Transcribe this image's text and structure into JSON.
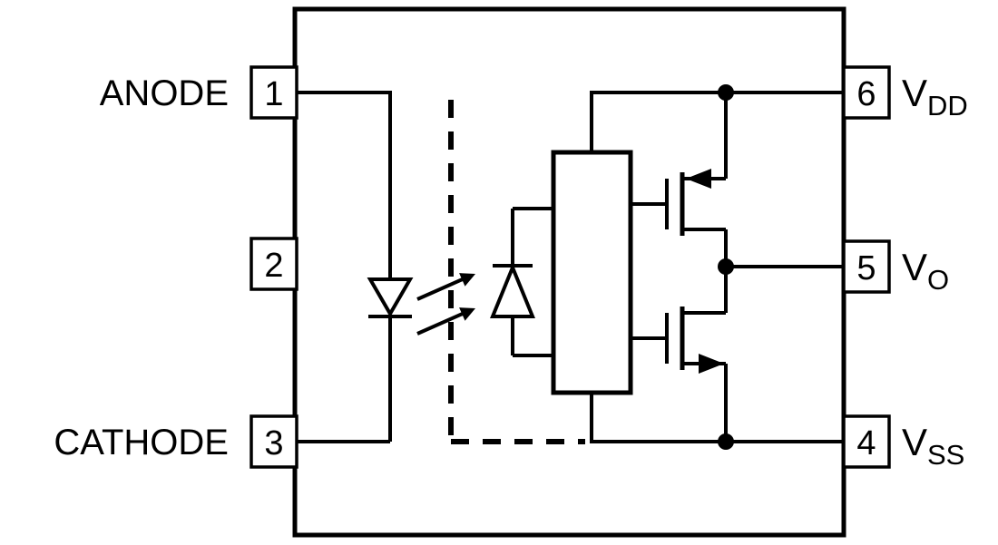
{
  "diagram": {
    "kind": "optocoupler-internal-schematic",
    "left_pins": [
      {
        "number": "1",
        "label": "ANODE"
      },
      {
        "number": "2",
        "label": ""
      },
      {
        "number": "3",
        "label": "CATHODE"
      }
    ],
    "right_pins": [
      {
        "number": "6",
        "label_main": "V",
        "label_sub": "DD"
      },
      {
        "number": "5",
        "label_main": "V",
        "label_sub": "O"
      },
      {
        "number": "4",
        "label_main": "V",
        "label_sub": "SS"
      }
    ],
    "colors": {
      "line": "#000000",
      "background": "#ffffff"
    }
  }
}
